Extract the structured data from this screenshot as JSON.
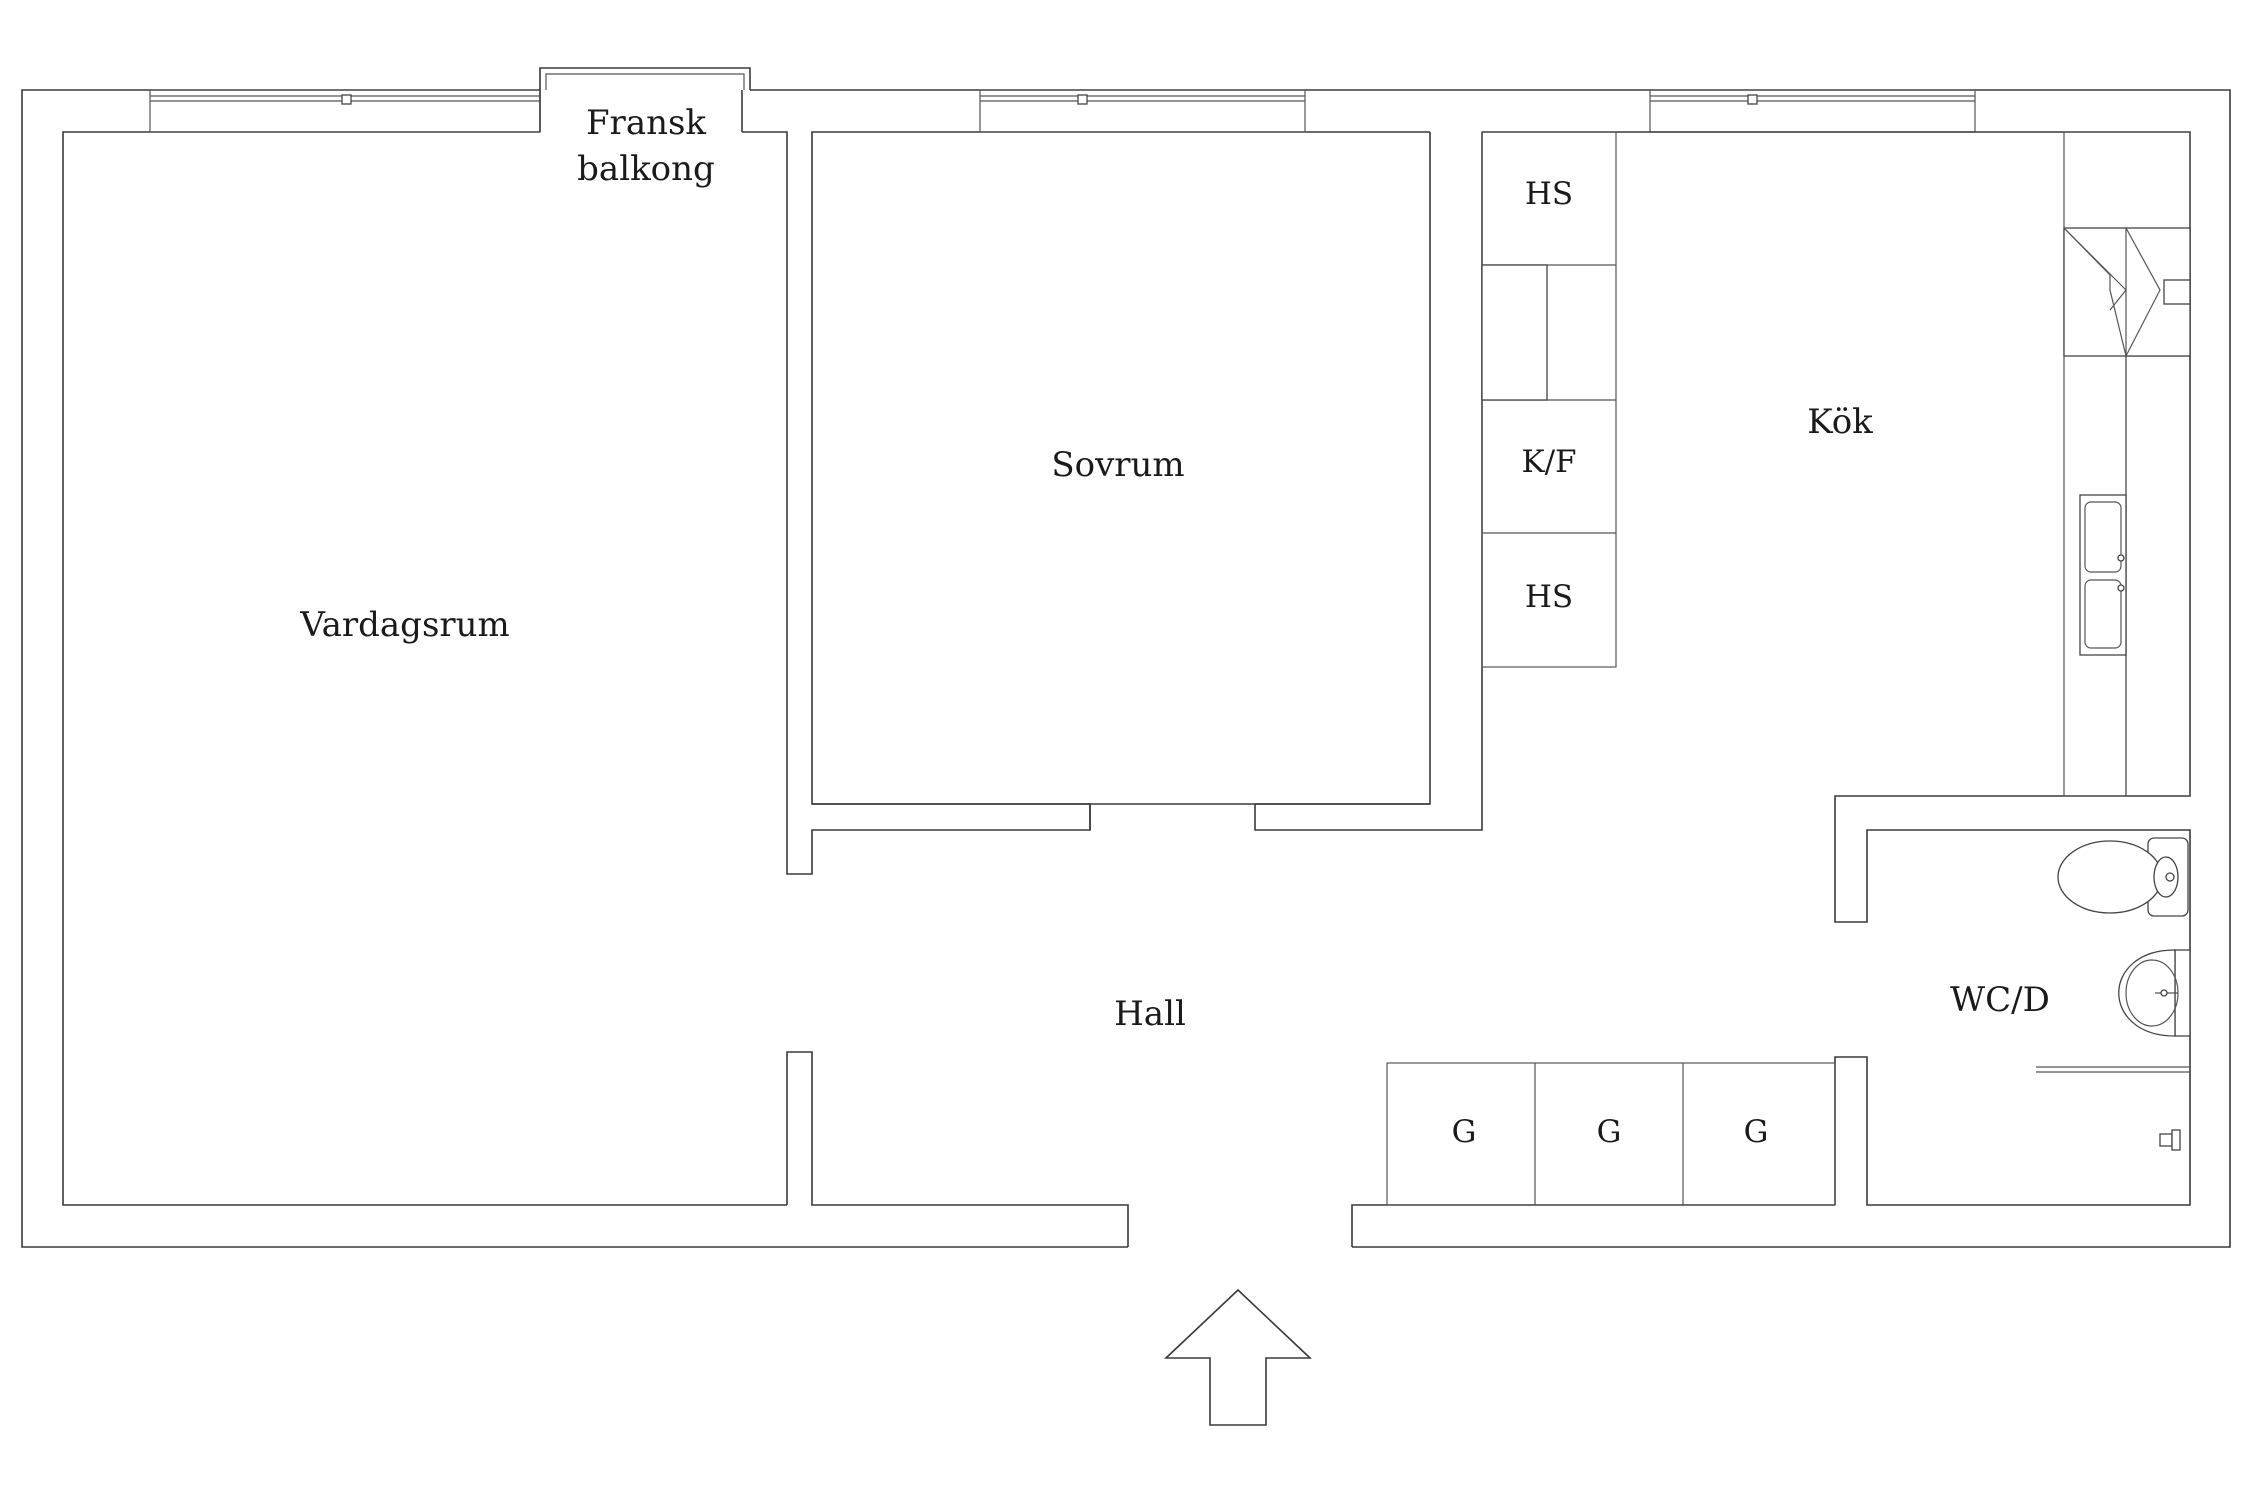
{
  "rooms": {
    "living": "Vardagsrum",
    "balcony_line1": "Fransk",
    "balcony_line2": "balkong",
    "bedroom": "Sovrum",
    "kitchen": "Kök",
    "hall": "Hall",
    "wc": "WC/D"
  },
  "closets": {
    "hs_top": "HS",
    "kf": "K/F",
    "hs_bottom": "HS",
    "g1": "G",
    "g2": "G",
    "g3": "G"
  },
  "icons": {
    "entrance": "entrance-arrow-icon",
    "toilet": "toilet-icon",
    "washbasin": "washbasin-icon",
    "sink": "double-sink-icon",
    "stove": "stove-hood-icon",
    "shower": "shower-icon"
  }
}
